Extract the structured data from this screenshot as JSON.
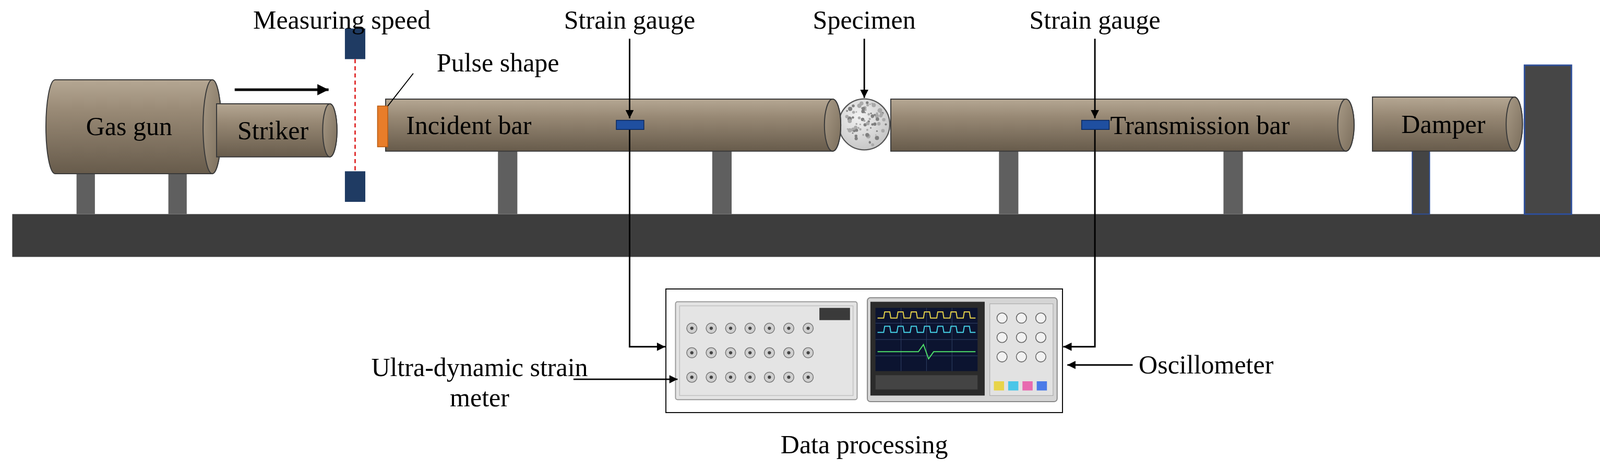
{
  "diagram": {
    "nodes": [
      {
        "text": [
          "Gas gun"
        ]
      },
      {
        "text": [
          "Striker"
        ]
      },
      {
        "text": [
          "Incident bar"
        ]
      },
      {
        "text": [
          "Transmission bar"
        ]
      },
      {
        "text": [
          "Damper"
        ]
      },
      {
        "text": [
          "Data processing"
        ]
      }
    ],
    "edges": [
      {
        "from": 2,
        "to": 5,
        "arrow": "to"
      },
      {
        "from": 3,
        "to": 5,
        "arrow": "to"
      }
    ],
    "labels": [
      "Measuring speed",
      "Pulse shape",
      "Strain gauge",
      "Specimen",
      "Strain gauge",
      "Ultra-dynamic strain meter",
      "Oscillometer"
    ]
  }
}
